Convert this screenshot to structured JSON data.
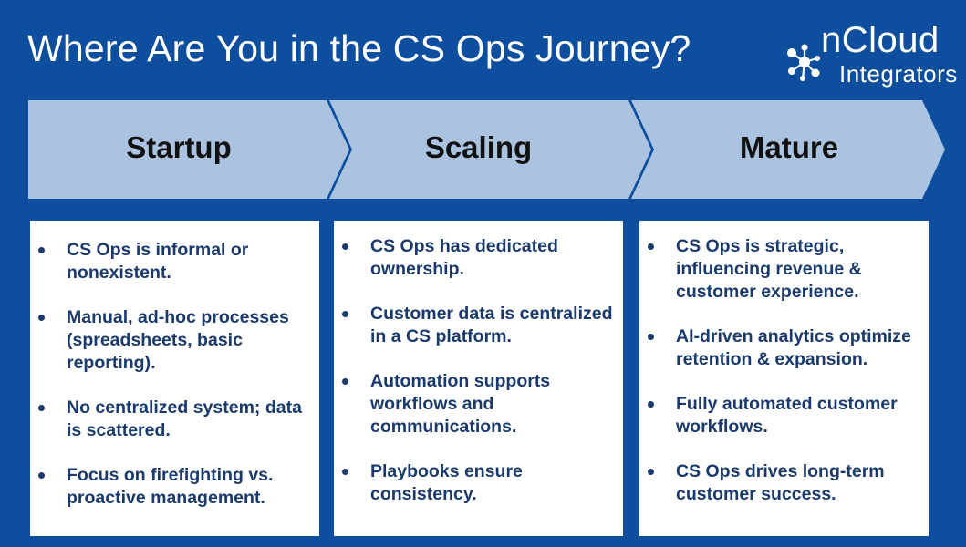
{
  "title": "Where Are You in the CS Ops Journey?",
  "logo": {
    "main": "nCloud",
    "sub": "Integrators"
  },
  "colors": {
    "background": "#0d4f9e",
    "chevron": "#a9c3e0",
    "card": "#ffffff",
    "bullet_text": "#1a3a6e"
  },
  "stages": [
    {
      "label": "Startup",
      "items": [
        "CS Ops is informal or nonexistent.",
        "Manual, ad-hoc processes (spreadsheets, basic reporting).",
        "No centralized system; data is scattered.",
        "Focus on firefighting vs. proactive management."
      ]
    },
    {
      "label": "Scaling",
      "items": [
        "CS Ops has dedicated ownership.",
        "Customer data is centralized in a CS platform.",
        "Automation supports workflows and communications.",
        "Playbooks ensure consistency."
      ]
    },
    {
      "label": "Mature",
      "items": [
        "CS Ops is strategic, influencing revenue & customer experience.",
        "AI-driven analytics optimize retention & expansion.",
        "Fully automated customer workflows.",
        "CS Ops drives long-term customer success."
      ]
    }
  ]
}
